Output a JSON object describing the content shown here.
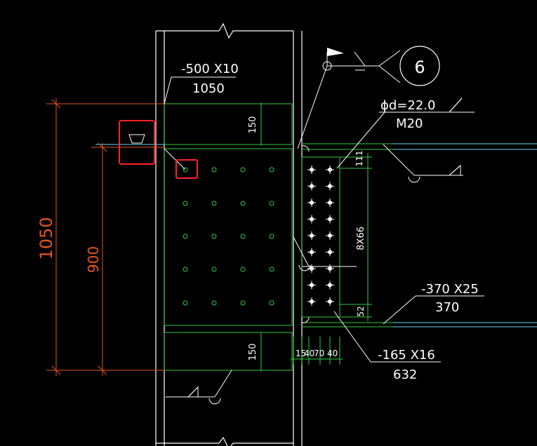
{
  "colors": {
    "background": "#000000",
    "structure": "#ffffff",
    "dimension": "#e8541c",
    "plate": "#2ecc40",
    "beam_line": "#66d9ef",
    "highlight": "#ff2222"
  },
  "dimensions": {
    "overall_height": "1050",
    "bolt_zone_height": "900",
    "top_stiffener_height": "150",
    "bottom_stiffener_height": "150",
    "edge_top": "111",
    "bolt_spacing": "8X66",
    "edge_bottom": "52",
    "bottom_spacing": [
      "15",
      "40",
      "70",
      "40"
    ]
  },
  "labels": {
    "top_plate_spec": "-500 X10",
    "top_plate_length": "1050",
    "bolt_dia": "ɸd=22.0",
    "bolt_grade": "M20",
    "section_number": "6",
    "flange_plate_spec": "-370 X25",
    "flange_plate_length": "370",
    "web_plate_spec": "-165 X16",
    "web_plate_length": "632"
  },
  "icons": {
    "weld_flag": "weld-flag-icon",
    "section_marker": "section-marker-icon",
    "break_line": "break-line-icon"
  }
}
